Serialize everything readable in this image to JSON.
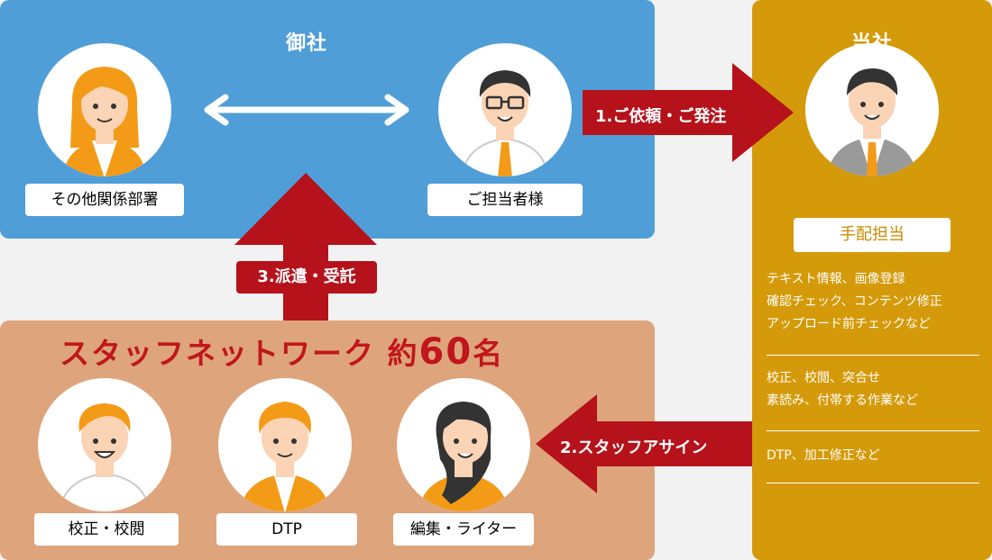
{
  "client": {
    "title": "御社",
    "other_label": "その他関係部署",
    "contact_label": "ご担当者様"
  },
  "us": {
    "title": "当社",
    "role_label": "手配担当",
    "tasks": [
      [
        "テキスト情報、画像登録",
        "確認チェック、コンテンツ修正",
        "アップロード前チェックなど"
      ],
      [
        "校正、校閲、突合せ",
        "素読み、付帯する作業など"
      ],
      [
        "DTP、加工修正など"
      ]
    ]
  },
  "staff": {
    "title_prefix": "スタッフネットワーク 約",
    "title_number": "60",
    "title_suffix": "名",
    "members": [
      "校正・校閲",
      "DTP",
      "編集・ライター"
    ]
  },
  "arrows": {
    "step1": "1.ご依頼・ご発注",
    "step2": "2.スタッフアサイン",
    "step3": "3.派遣・受託"
  },
  "colors": {
    "client_bg": "#4f9ed8",
    "us_bg": "#d49a0a",
    "staff_bg": "#dea47b",
    "arrow_red": "#b5121b"
  }
}
